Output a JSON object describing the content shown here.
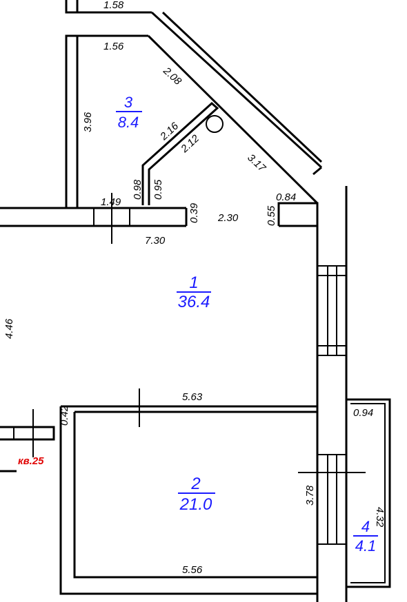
{
  "colors": {
    "wall": "#000000",
    "room_label": "#1a1aff",
    "apartment_label": "#e00000",
    "background": "#ffffff"
  },
  "rooms": [
    {
      "number": "3",
      "area": "8.4"
    },
    {
      "number": "1",
      "area": "36.4"
    },
    {
      "number": "2",
      "area": "21.0"
    },
    {
      "number": "4",
      "area": "4.1"
    }
  ],
  "dimensions": [
    "1.58",
    "1.56",
    "2.08",
    "3.96",
    "2.16",
    "2.12",
    "3.17",
    "0.98",
    "0.95",
    "0.84",
    "1.49",
    "0.39",
    "2.30",
    "0.55",
    "7.30",
    "4.46",
    "5.63",
    "0.42",
    "0.94",
    "3.78",
    "4.32",
    "5.56"
  ],
  "apartment_label": "кв.25",
  "icons": [
    "riser-circle-icon"
  ]
}
